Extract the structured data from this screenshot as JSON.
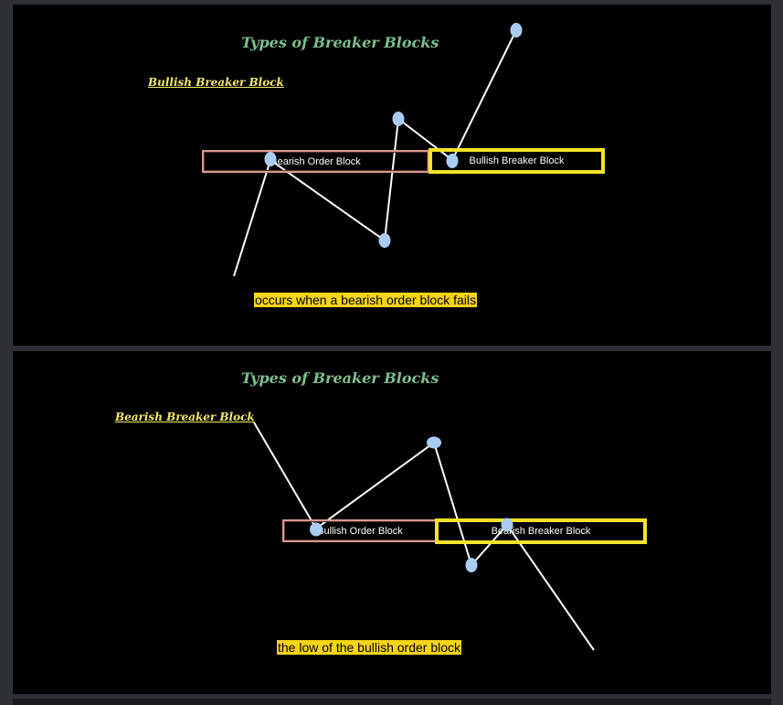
{
  "diagrams": [
    {
      "title": "Types of Breaker Blocks",
      "heading": "Bullish Breaker Block",
      "order_block_label": "Bearish Order Block",
      "breaker_block_label": "Bullish Breaker Block",
      "caption": "occurs when a bearish order block fails"
    },
    {
      "title": "Types of Breaker Blocks",
      "heading": "Bearish Breaker Block",
      "order_block_label": "Bullish Order Block",
      "breaker_block_label": "Bearish Breaker Block",
      "caption": "the low of the bullish order block"
    }
  ],
  "colors": {
    "background": "#000000",
    "frame": "#2d3035",
    "title": "#7dbf8e",
    "heading": "#f2e96b",
    "order_block_border": "#d89a90",
    "breaker_block_border": "#f5e32a",
    "caption_highlight": "#f5d416",
    "price_line": "#ffffff",
    "swing_point": "#a9cdf2"
  }
}
